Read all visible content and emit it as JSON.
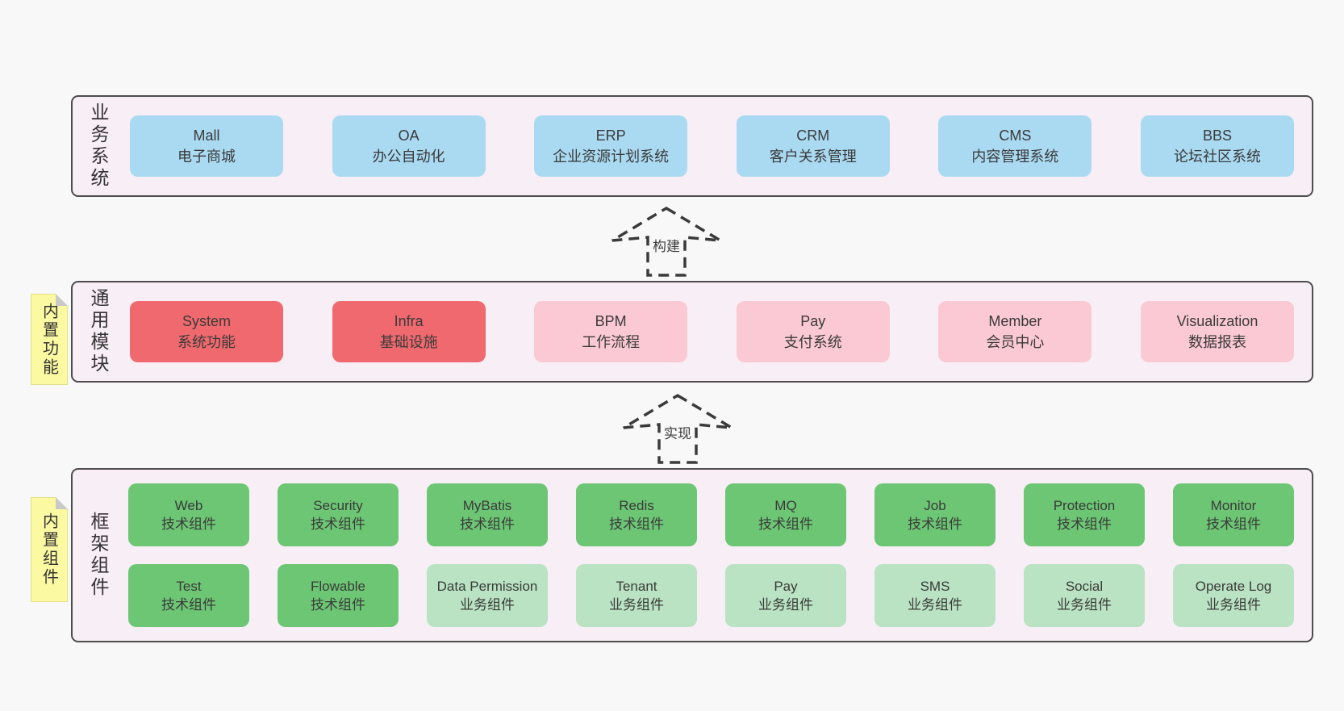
{
  "canvas": {
    "background": "#f8f8f8"
  },
  "colors": {
    "layer_background": "#f8eef6",
    "layer_border": "#4d4d4d",
    "blue_box": "#aadaf2",
    "red_box": "#f0696e",
    "pink_box": "#fbc9d3",
    "green_box": "#6cc674",
    "light_green_box": "#b9e3c2",
    "sticky_note": "#fbf9a2"
  },
  "arrows": [
    {
      "label": "构建"
    },
    {
      "label": "实现"
    }
  ],
  "sticky_notes": [
    {
      "label": "内置功能"
    },
    {
      "label": "内置组件"
    }
  ],
  "layers": [
    {
      "title": "业务系统",
      "boxes": [
        {
          "name": "Mall",
          "desc": "电子商城",
          "variant": "blue"
        },
        {
          "name": "OA",
          "desc": "办公自动化",
          "variant": "blue"
        },
        {
          "name": "ERP",
          "desc": "企业资源计划系统",
          "variant": "blue"
        },
        {
          "name": "CRM",
          "desc": "客户关系管理",
          "variant": "blue"
        },
        {
          "name": "CMS",
          "desc": "内容管理系统",
          "variant": "blue"
        },
        {
          "name": "BBS",
          "desc": "论坛社区系统",
          "variant": "blue"
        }
      ]
    },
    {
      "title": "通用模块",
      "boxes": [
        {
          "name": "System",
          "desc": "系统功能",
          "variant": "red"
        },
        {
          "name": "Infra",
          "desc": "基础设施",
          "variant": "red"
        },
        {
          "name": "BPM",
          "desc": "工作流程",
          "variant": "pink"
        },
        {
          "name": "Pay",
          "desc": "支付系统",
          "variant": "pink"
        },
        {
          "name": "Member",
          "desc": "会员中心",
          "variant": "pink"
        },
        {
          "name": "Visualization",
          "desc": "数据报表",
          "variant": "pink"
        }
      ]
    },
    {
      "title": "框架组件",
      "boxes": [
        {
          "name": "Web",
          "desc": "技术组件",
          "variant": "green"
        },
        {
          "name": "Security",
          "desc": "技术组件",
          "variant": "green"
        },
        {
          "name": "MyBatis",
          "desc": "技术组件",
          "variant": "green"
        },
        {
          "name": "Redis",
          "desc": "技术组件",
          "variant": "green"
        },
        {
          "name": "MQ",
          "desc": "技术组件",
          "variant": "green"
        },
        {
          "name": "Job",
          "desc": "技术组件",
          "variant": "green"
        },
        {
          "name": "Protection",
          "desc": "技术组件",
          "variant": "green"
        },
        {
          "name": "Monitor",
          "desc": "技术组件",
          "variant": "green"
        },
        {
          "name": "Test",
          "desc": "技术组件",
          "variant": "green"
        },
        {
          "name": "Flowable",
          "desc": "技术组件",
          "variant": "green"
        },
        {
          "name": "Data Permission",
          "desc": "业务组件",
          "variant": "lightgreen"
        },
        {
          "name": "Tenant",
          "desc": "业务组件",
          "variant": "lightgreen"
        },
        {
          "name": "Pay",
          "desc": "业务组件",
          "variant": "lightgreen"
        },
        {
          "name": "SMS",
          "desc": "业务组件",
          "variant": "lightgreen"
        },
        {
          "name": "Social",
          "desc": "业务组件",
          "variant": "lightgreen"
        },
        {
          "name": "Operate Log",
          "desc": "业务组件",
          "variant": "lightgreen"
        }
      ]
    }
  ]
}
